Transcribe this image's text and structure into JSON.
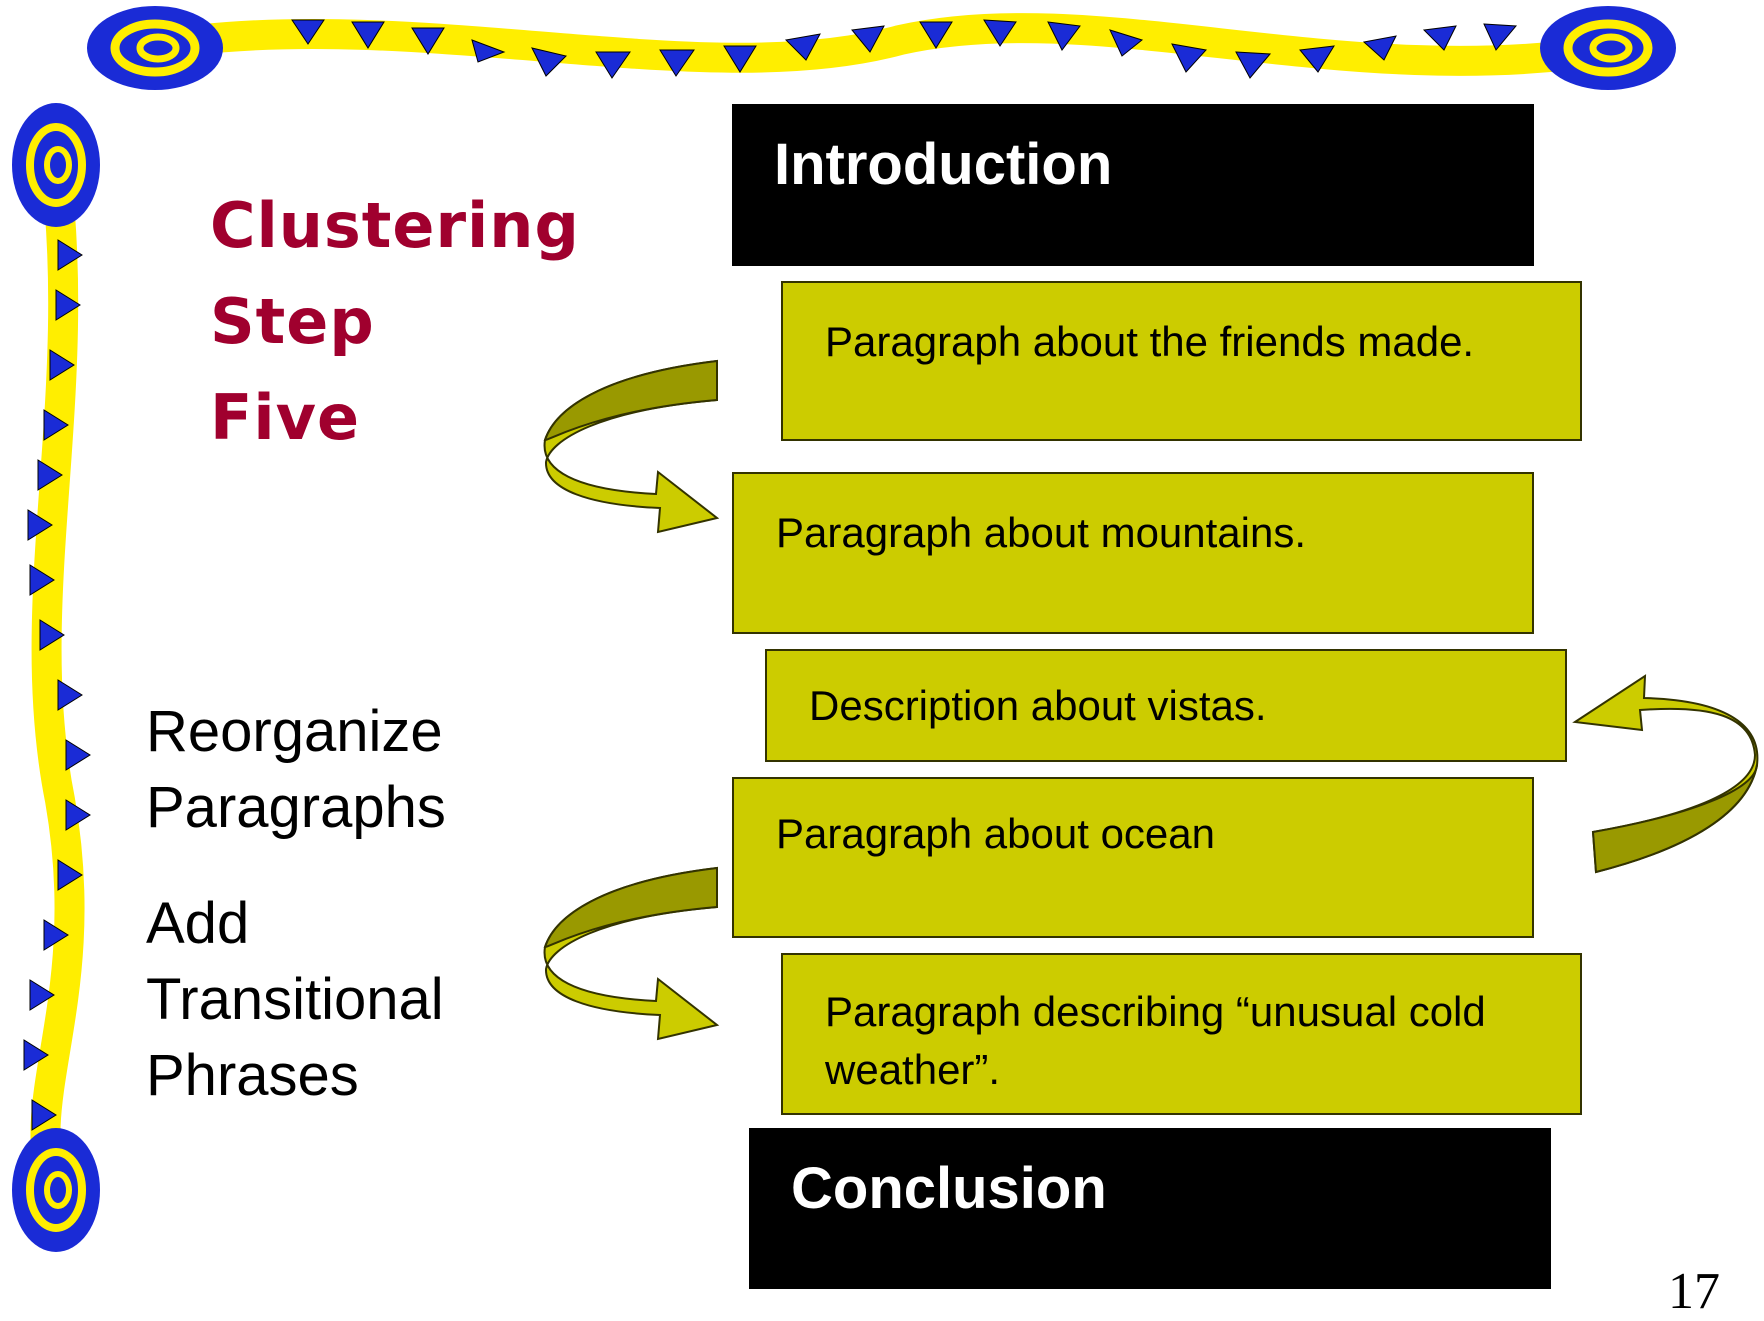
{
  "slide": {
    "title_lines": [
      "Clustering",
      "Step",
      "Five"
    ],
    "instruction_1": [
      "Reorganize",
      "Paragraphs"
    ],
    "instruction_2": [
      "Add",
      "Transitional",
      "Phrases"
    ],
    "page_number": "17"
  },
  "diagram": {
    "introduction": "Introduction",
    "boxes": [
      "Paragraph about the friends made.",
      "Paragraph about mountains.",
      "Description about vistas.",
      "Paragraph about ocean",
      "Paragraph describing “unusual cold weather”."
    ],
    "conclusion": "Conclusion"
  },
  "colors": {
    "box_fill": "#cccc00",
    "arrow_fill": "#cccc00",
    "arrow_shade": "#999900",
    "title_color": "#a0002e",
    "border_yellow": "#ffee00",
    "border_blue": "#1a2bd6"
  }
}
